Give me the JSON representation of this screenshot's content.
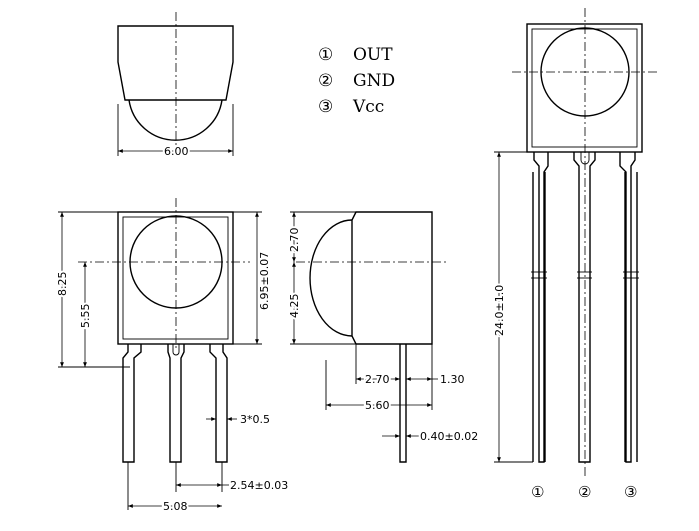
{
  "legend": [
    {
      "num": "①",
      "label": "OUT"
    },
    {
      "num": "②",
      "label": "GND"
    },
    {
      "num": "③",
      "label": "Vcc"
    }
  ],
  "dimensions": {
    "top_width": "6.00",
    "front_height_total": "8.25",
    "front_lens_height": "5.55",
    "front_body_height": "6.95±0.07",
    "side_top": "2.70",
    "side_lens": "4.25",
    "side_depth_lens": "2.70",
    "side_depth_lead": "1.30",
    "side_depth_total": "5.60",
    "lead_thickness": "0.40±0.02",
    "lead_width": "3*0.5",
    "lead_pitch": "2.54±0.03",
    "lead_span": "5.08",
    "overall_length": "24.0±1.0"
  },
  "pins": [
    "①",
    "②",
    "③"
  ]
}
